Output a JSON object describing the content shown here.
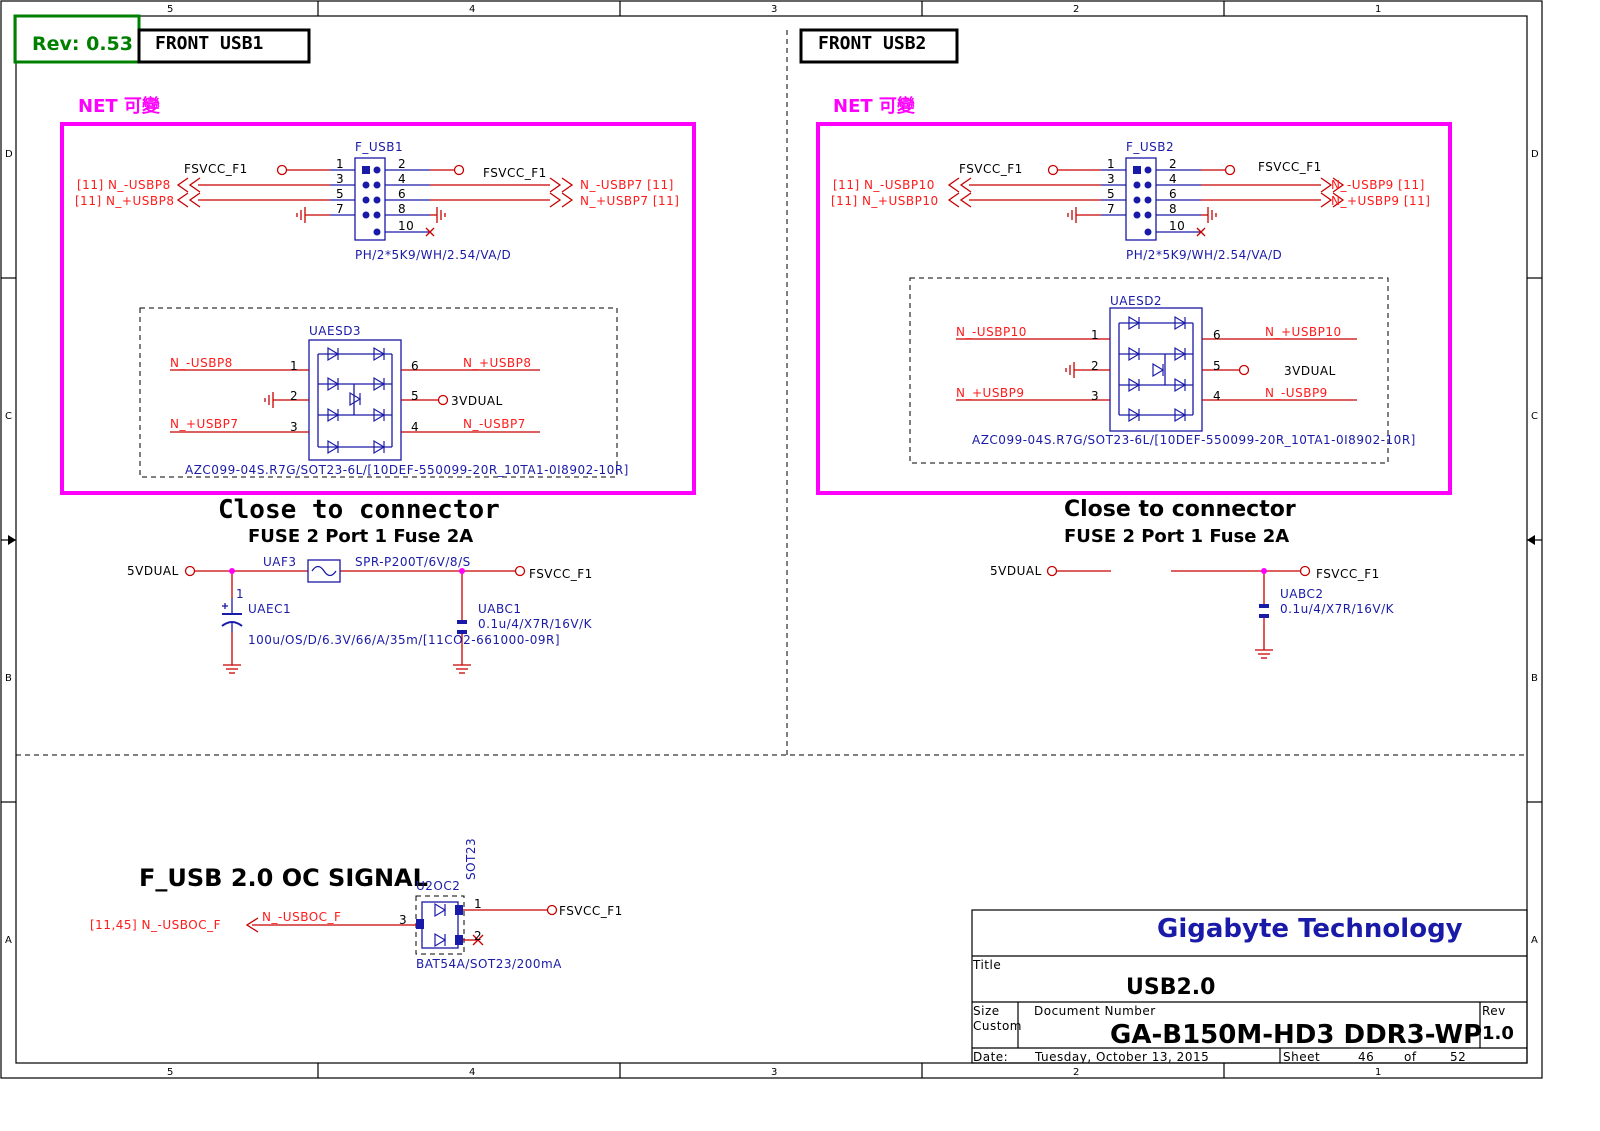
{
  "revision_badge": "Rev: 0.53",
  "border": {
    "columns": [
      "5",
      "4",
      "3",
      "2",
      "1"
    ],
    "rows": [
      "D",
      "C",
      "B",
      "A"
    ]
  },
  "section1": {
    "header": "FRONT USB1",
    "net_note": "NET 可變",
    "connector": {
      "ref": "F_USB1",
      "part": "PH/2*5K9/WH/2.54/VA/D",
      "pins_left": [
        "1",
        "3",
        "5",
        "7"
      ],
      "pins_right": [
        "2",
        "4",
        "6",
        "8",
        "10"
      ],
      "net_fsvcc_left": "FSVCC_F1",
      "net_fsvcc_right": "FSVCC_F1",
      "net_left_neg": "[11]  N_-USBP8",
      "net_left_pos": "[11]  N_+USBP8",
      "net_right_neg": "N_-USBP7  [11]",
      "net_right_pos": "N_+USBP7  [11]"
    },
    "esd": {
      "ref": "UAESD3",
      "part": "AZC099-04S.R7G/SOT23-6L/[10DEF-550099-20R_10TA1-0I8902-10R]",
      "pins": [
        "1",
        "2",
        "3",
        "6",
        "5",
        "4"
      ],
      "net_pin1": "N_-USBP8",
      "net_pin3": "N_+USBP7",
      "net_pin6": "N_+USBP8",
      "net_pin5": "3VDUAL",
      "net_pin4": "N_-USBP7"
    },
    "close_title": "Close to connector",
    "fuse_title": "FUSE 2 Port 1 Fuse 2A",
    "power": {
      "source": "5VDUAL",
      "fuse_ref": "UAF3",
      "fuse_part": "SPR-P200T/6V/8/S",
      "dest": "FSVCC_F1",
      "cap_pin": "1",
      "cap_ref": "UAEC1",
      "cap_part": "100u/OS/D/6.3V/66/A/35m/[11CO2-661000-09R]",
      "cap2_ref": "UABC1",
      "cap2_part": "0.1u/4/X7R/16V/K"
    }
  },
  "section2": {
    "header": "FRONT USB2",
    "net_note": "NET 可變",
    "connector": {
      "ref": "F_USB2",
      "part": "PH/2*5K9/WH/2.54/VA/D",
      "pins_left": [
        "1",
        "3",
        "5",
        "7"
      ],
      "pins_right": [
        "2",
        "4",
        "6",
        "8",
        "10"
      ],
      "net_fsvcc_left": "FSVCC_F1",
      "net_fsvcc_right": "FSVCC_F1",
      "net_left_neg": "[11]  N_-USBP10",
      "net_left_pos": "[11]  N_+USBP10",
      "net_right_neg": "N_-USBP9  [11]",
      "net_right_pos": "N_+USBP9  [11]"
    },
    "esd": {
      "ref": "UAESD2",
      "part": "AZC099-04S.R7G/SOT23-6L/[10DEF-550099-20R_10TA1-0I8902-10R]",
      "pins": [
        "1",
        "2",
        "3",
        "6",
        "5",
        "4"
      ],
      "net_pin1": "N_-USBP10",
      "net_pin3": "N_+USBP9",
      "net_pin6": "N_+USBP10",
      "net_pin5": "3VDUAL",
      "net_pin4": "N_-USBP9"
    },
    "close_title": "Close to connector",
    "fuse_title": "FUSE 2 Port 1 Fuse 2A",
    "power": {
      "source": "5VDUAL",
      "dest": "FSVCC_F1",
      "cap_ref": "UABC2",
      "cap_part": "0.1u/4/X7R/16V/K"
    }
  },
  "oc_section": {
    "title": "F_USB 2.0 OC SIGNAL",
    "package_note": "SOT23",
    "ref": "U2OC2",
    "part": "BAT54A/SOT23/200mA",
    "pin1": "1",
    "pin3": "3",
    "pin2": "2",
    "net_oc": "N_-USBOC_F",
    "net_oc_ref": "[11,45]  N_-USBOC_F",
    "net_pwr": "FSVCC_F1"
  },
  "title_block": {
    "company": "Gigabyte Technology",
    "title_label": "Title",
    "title": "USB2.0",
    "size_label": "Size",
    "size": "Custom",
    "docnum_label": "Document Number",
    "docnum": "GA-B150M-HD3 DDR3-WP",
    "rev_label": "Rev",
    "rev": "1.0",
    "date_label": "Date:",
    "date": "Tuesday, October 13, 2015",
    "sheet_label": "Sheet",
    "sheet": "46",
    "of_label": "of",
    "total": "52"
  },
  "colors": {
    "wire_red": "#c80000",
    "net_blue": "#1a1aa8",
    "net_box": "#ff00ff",
    "rev_badge": "#008000"
  }
}
